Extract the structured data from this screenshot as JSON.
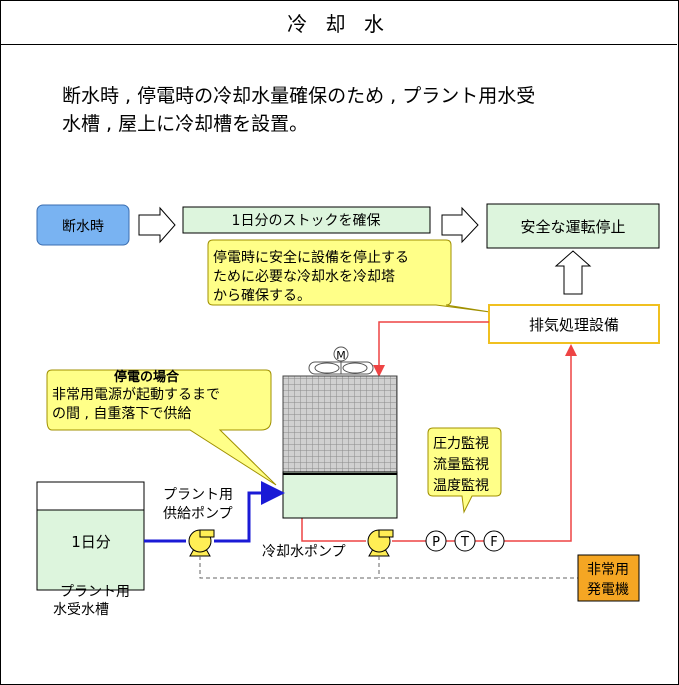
{
  "title": "冷 却 水",
  "lead": "断水時 , 停電時の冷却水量確保のため , プラント用水受\n水槽 , 屋上に冷却槽を設置。",
  "flow": {
    "outage": "断水時",
    "stock": "1日分のストックを確保",
    "safe_stop": "安全な運転停止"
  },
  "callout_power": {
    "line1": "停電時に安全に設備を停止する",
    "line2": "ために必要な冷却水を冷却塔",
    "line3": "から確保する。"
  },
  "exhaust": "排気処理設備",
  "callout_outage": {
    "heading": "停電の場合",
    "line1": "非常用電源が起動するまで",
    "line2": "の間 , 自重落下で供給"
  },
  "motor_label": "M",
  "monitor": {
    "line1": "圧力監視",
    "line2": "流量監視",
    "line3": "温度監視"
  },
  "tank_label": "1日分",
  "supply_pump": {
    "line1": "プラント用",
    "line2": "供給ポンプ"
  },
  "tank_name": {
    "line1": "プラント用",
    "line2": "水受水槽"
  },
  "cooling_pump": "冷却水ポンプ",
  "sensors": [
    "P",
    "T",
    "F"
  ],
  "generator": {
    "line1": "非常用",
    "line2": "発電機"
  },
  "colors": {
    "blue_box": "#79b3f2",
    "green_box": "#ddf5dd",
    "yellow_callout": "#ffff88",
    "orange_box": "#f5a623",
    "red_pipe": "#ee4444",
    "blue_pipe": "#1a1ad6"
  }
}
